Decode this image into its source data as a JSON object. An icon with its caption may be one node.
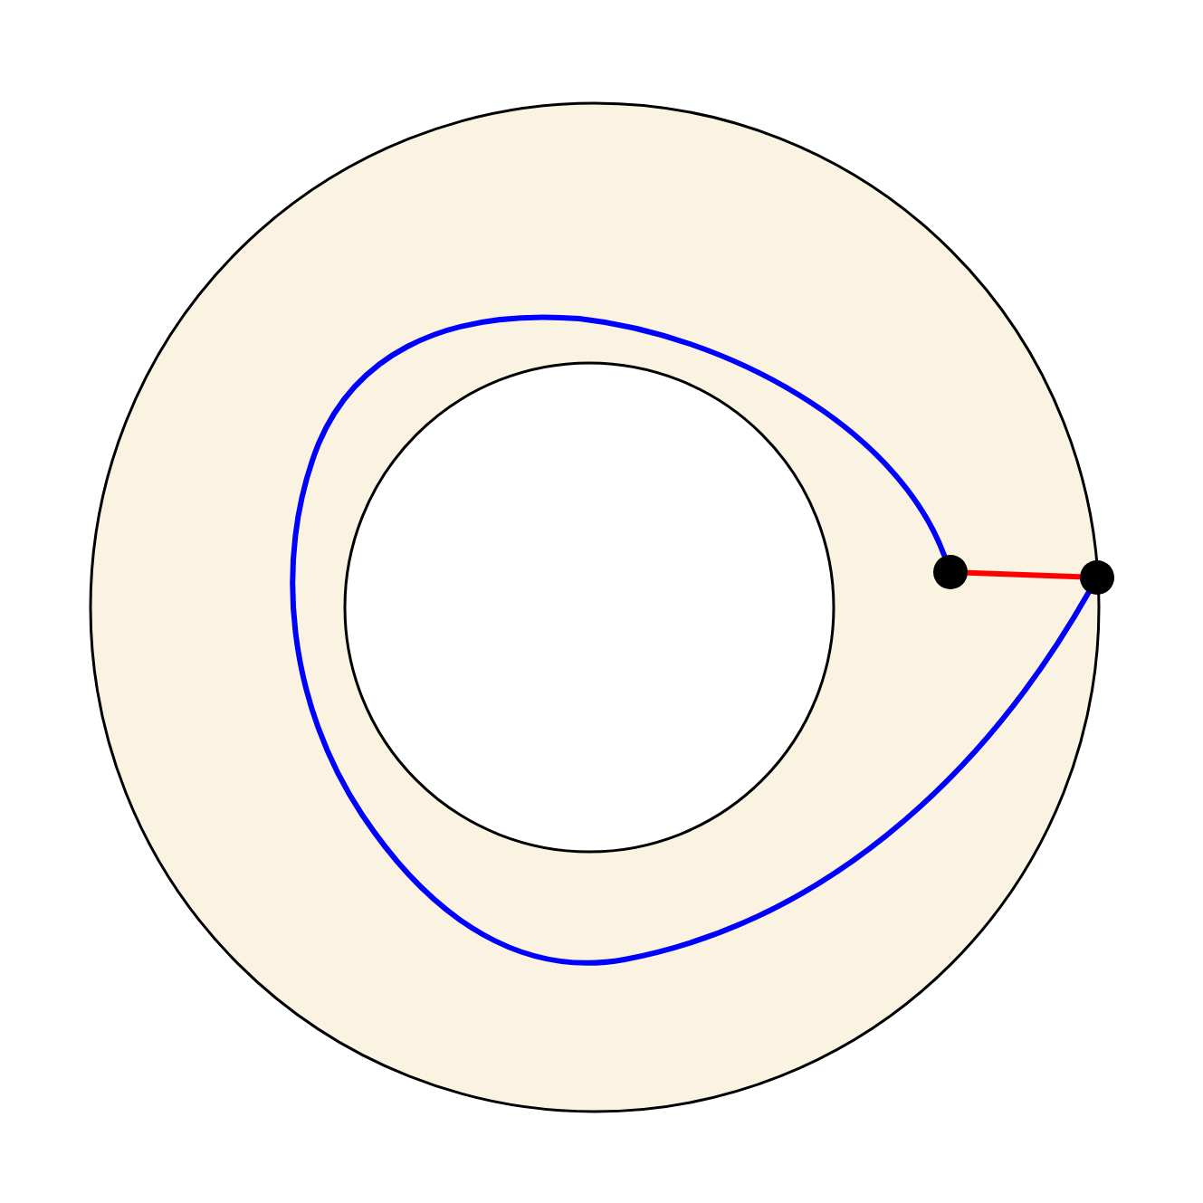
{
  "diagram": {
    "nodes": [
      {
        "text": [],
        "shape": "circle"
      },
      {
        "text": [],
        "shape": "circle"
      }
    ],
    "edges": [
      {
        "from": 0,
        "to": 1,
        "arrow": "none",
        "color": "#ff0000"
      },
      {
        "from": 0,
        "to": 1,
        "arrow": "none",
        "color": "#0000ff"
      }
    ]
  }
}
